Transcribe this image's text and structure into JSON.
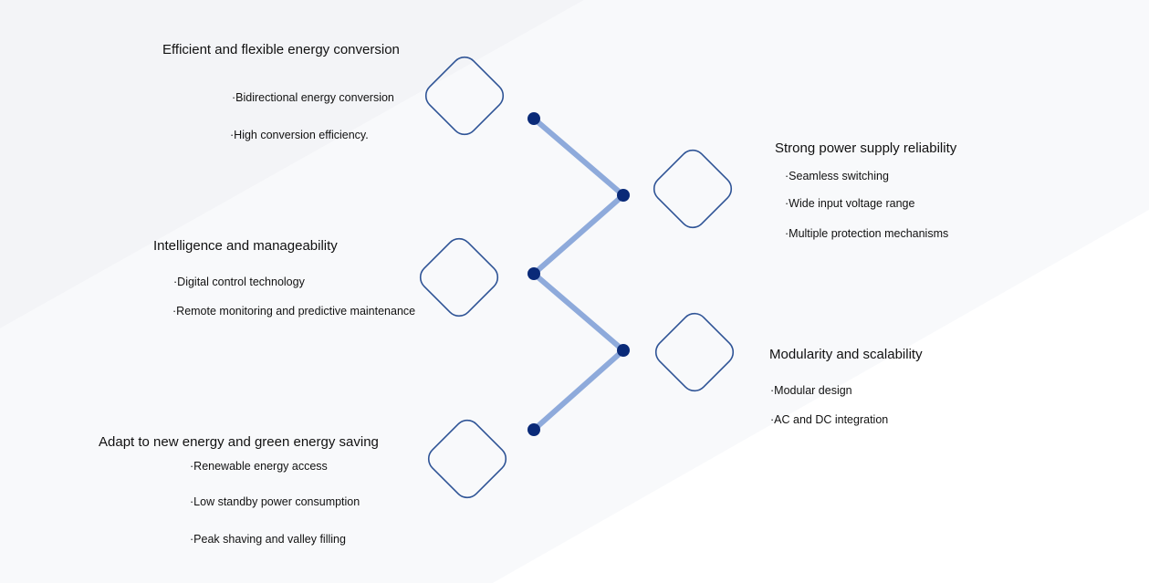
{
  "colors": {
    "line": "#8eaadb",
    "node": "#0a2a78",
    "diamond_stroke": "#2f5496",
    "bg_band": "#f1f2f5"
  },
  "groups": [
    {
      "title": "Efficient and flexible energy conversion",
      "bullets": [
        "·Bidirectional energy conversion",
        "·High conversion efficiency."
      ]
    },
    {
      "title": "Strong power supply reliability",
      "bullets": [
        "·Seamless switching",
        "·Wide input voltage range",
        "·Multiple protection mechanisms"
      ]
    },
    {
      "title": "Intelligence and manageability",
      "bullets": [
        "·Digital control  technology",
        "·Remote monitoring and predictive maintenance"
      ]
    },
    {
      "title": "Modularity and scalability",
      "bullets": [
        "·Modular design",
        "·AC  and DC integration"
      ]
    },
    {
      "title": "Adapt to new energy and green energy saving",
      "bullets": [
        "·Renewable energy access",
        "·Low standby power  consumption",
        "·Peak shaving and valley filling"
      ]
    }
  ]
}
